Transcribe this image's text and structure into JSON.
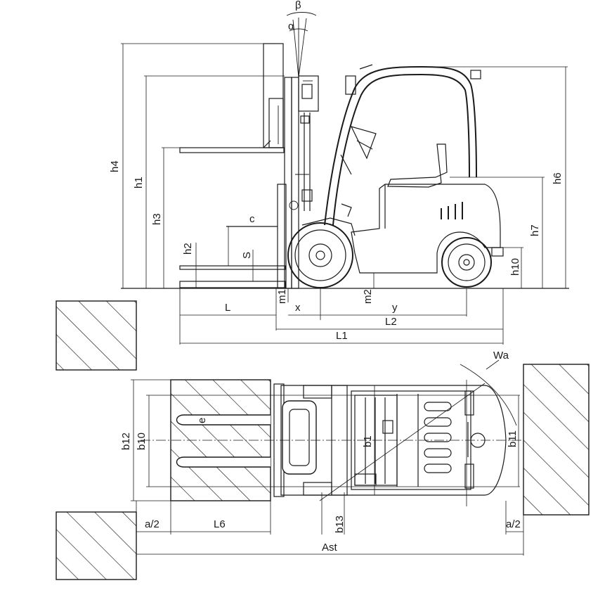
{
  "labels": {
    "alpha": "α",
    "beta": "β",
    "h4": "h4",
    "h1": "h1",
    "h3": "h3",
    "h2": "h2",
    "c": "c",
    "s": "S",
    "h6": "h6",
    "h7": "h7",
    "h10": "h10",
    "m1": "m1",
    "m2": "m2",
    "L": "L",
    "x": "x",
    "y": "y",
    "L2": "L2",
    "L1": "L1",
    "wa": "Wa",
    "b12": "b12",
    "b10": "b10",
    "e": "e",
    "b1_center": "b1",
    "b11": "b11",
    "a2_left": "a/2",
    "L6": "L6",
    "b13": "b13",
    "a2_right": "a/2",
    "ast": "Ast"
  }
}
